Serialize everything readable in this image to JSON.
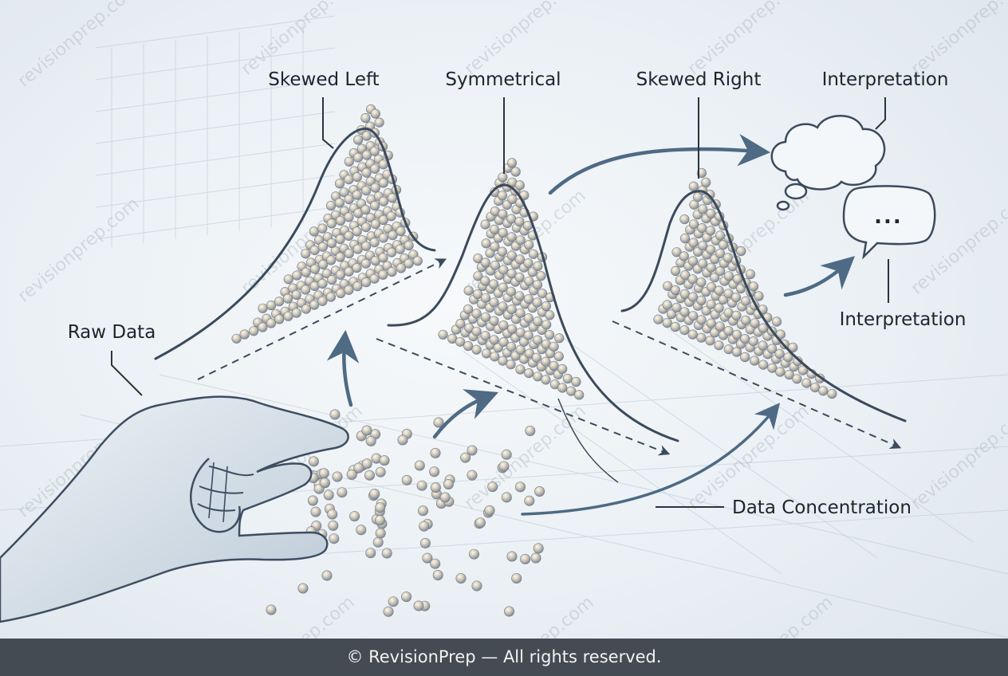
{
  "labels": {
    "skewed_left": "Skewed Left",
    "symmetrical": "Symmetrical",
    "skewed_right": "Skewed Right",
    "interpretation_top": "Interpretation",
    "interpretation_bottom": "Interpretation",
    "raw_data": "Raw Data",
    "data_concentration": "Data Concentration",
    "speech_dots": "..."
  },
  "watermark": "revisionprep.com",
  "footer": {
    "text": "© RevisionPrep — All rights reserved."
  },
  "colors": {
    "curve": "#3b4a5c",
    "arrow": "#4e6a84",
    "bead_light": "#e9e1d0",
    "bead_dark": "#8793a1",
    "footer_bg": "#454b52"
  }
}
